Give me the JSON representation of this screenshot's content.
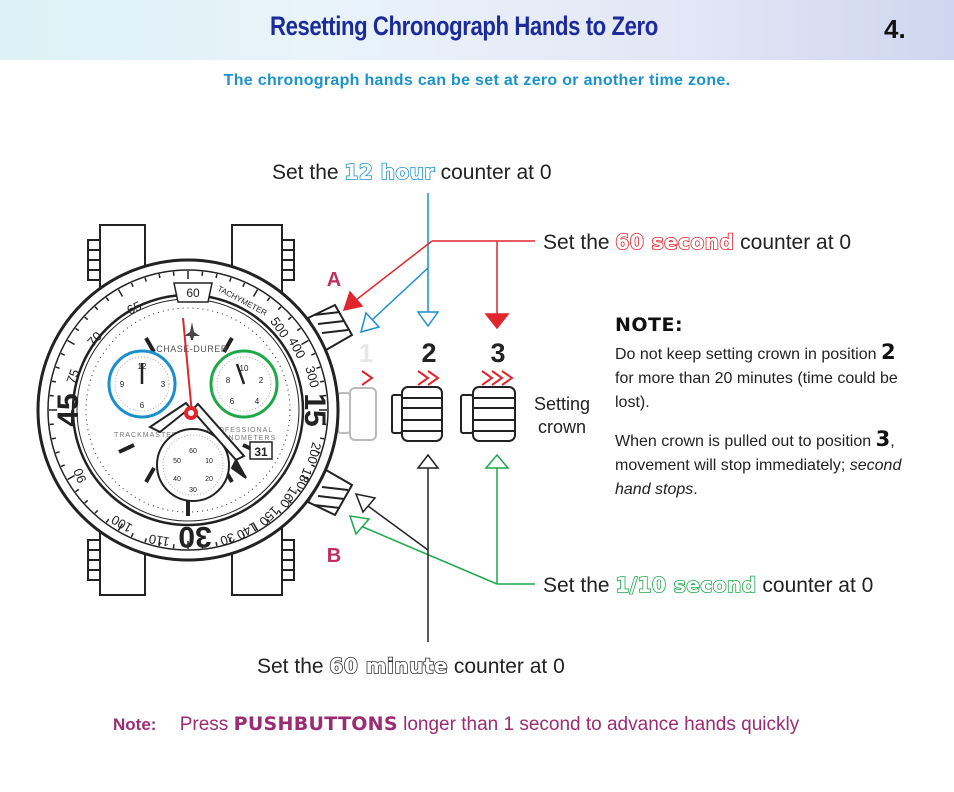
{
  "header": {
    "title": "Resetting Chronograph Hands to Zero",
    "page_number": "4."
  },
  "subtitle": "The chronograph hands can be set at zero or another time zone.",
  "labels": {
    "hour12": {
      "prefix": "Set the",
      "highlight": "12 hour",
      "suffix": "counter at 0"
    },
    "second60": {
      "prefix": "Set the",
      "highlight": "60 second",
      "suffix": "counter at 0"
    },
    "tenth": {
      "prefix": "Set the",
      "highlight": "1/10 second",
      "suffix": "counter at 0"
    },
    "minute60": {
      "prefix": "Set the",
      "highlight": "60 minute",
      "suffix": "counter at 0"
    }
  },
  "pushers": {
    "a": "A",
    "b": "B"
  },
  "crown_positions": {
    "p1": "1",
    "p2": "2",
    "p3": "3",
    "chev2": "»",
    "chev3": "»>",
    "chev1": ">"
  },
  "setting_crown": {
    "line1": "Setting",
    "line2": "crown"
  },
  "note": {
    "heading": "NOTE:",
    "p1_a": "Do not keep setting crown in position",
    "p1_num": "2",
    "p1_b": "for more than 20 minutes (time could be lost).",
    "p2_a": "When crown is pulled out to position",
    "p2_num": "3",
    "p2_b": ", movement will stop immediately;",
    "p2_italic": "second hand stops",
    "p2_end": "."
  },
  "watch": {
    "brand": "CHASE-DURER",
    "tachymeter": "TACHYMETER",
    "trackmaster": "TRACKMASTER",
    "professional": "PROFESSIONAL",
    "chronometers": "CHRONOMETERS",
    "date": "31",
    "window": "60",
    "bezel": {
      "b15": "15",
      "b30": "30",
      "b45": "45",
      "b65": "65",
      "b70": "70",
      "b75": "75",
      "b90": "90",
      "b100": "100",
      "b110": "110",
      "b500": "500",
      "b400": "400",
      "b300": "300",
      "b200": "200",
      "b180": "180",
      "b160": "160",
      "b150": "150",
      "b140": "140",
      "b30s": "30"
    },
    "left_sub": {
      "t": "12",
      "l": "9",
      "r": "3",
      "b": "6"
    },
    "right_sub": {
      "t": "10",
      "l": "8",
      "r": "2",
      "bl": "6",
      "br": "4"
    },
    "bottom_sub": {
      "t": "60",
      "l": "50",
      "r": "10",
      "ll": "40",
      "lr": "20",
      "b": "30"
    }
  },
  "footer": {
    "note": "Note:",
    "pre": "Press",
    "bold": "PUSHBUTTONS",
    "post": "longer than 1 second to advance hands quickly"
  },
  "colors": {
    "blue": "#1b8fce",
    "red": "#e0262c",
    "green": "#1ea84a",
    "title": "#1d2b9a",
    "footer": "#9b2c72"
  }
}
